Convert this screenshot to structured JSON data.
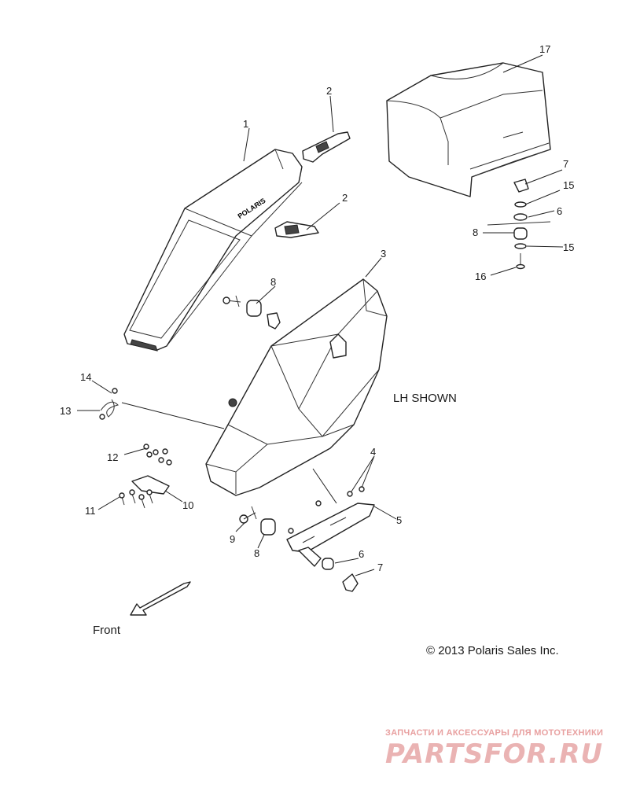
{
  "callouts": [
    {
      "id": "1",
      "text": "1"
    },
    {
      "id": "2a",
      "text": "2"
    },
    {
      "id": "2b",
      "text": "2"
    },
    {
      "id": "3",
      "text": "3"
    },
    {
      "id": "4",
      "text": "4"
    },
    {
      "id": "5",
      "text": "5"
    },
    {
      "id": "6a",
      "text": "6"
    },
    {
      "id": "6b",
      "text": "6"
    },
    {
      "id": "7a",
      "text": "7"
    },
    {
      "id": "7b",
      "text": "7"
    },
    {
      "id": "8a",
      "text": "8"
    },
    {
      "id": "8b",
      "text": "8"
    },
    {
      "id": "8c",
      "text": "8"
    },
    {
      "id": "9",
      "text": "9"
    },
    {
      "id": "10",
      "text": "10"
    },
    {
      "id": "11",
      "text": "11"
    },
    {
      "id": "12",
      "text": "12"
    },
    {
      "id": "13",
      "text": "13"
    },
    {
      "id": "14",
      "text": "14"
    },
    {
      "id": "15a",
      "text": "15"
    },
    {
      "id": "15b",
      "text": "15"
    },
    {
      "id": "16",
      "text": "16"
    },
    {
      "id": "17",
      "text": "17"
    }
  ],
  "view_note": "LH SHOWN",
  "direction_label": "Front",
  "copyright": "© 2013 Polaris Sales Inc.",
  "lid_logo_text": "POLARIS",
  "watermark": {
    "tagline": "ЗАПЧАСТИ И АКСЕССУАРЫ ДЛЯ МОТОТЕХНИКИ",
    "logo": "PARTSFOR.RU",
    "color": "#e8a0a0"
  }
}
